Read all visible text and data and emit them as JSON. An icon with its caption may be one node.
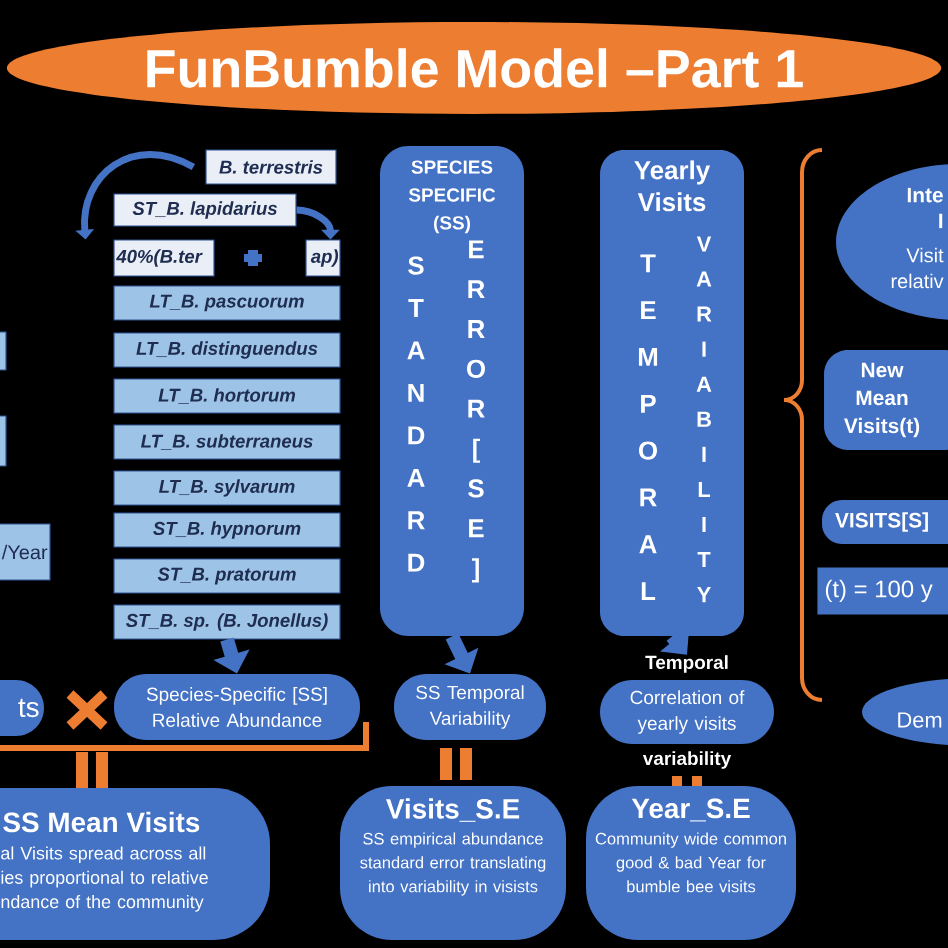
{
  "diagram": {
    "title": "FunBumble Model –Part 1",
    "nodes": [
      {
        "text": [
          "B. terrestris"
        ]
      },
      {
        "text": [
          "ST_B. lapidarius"
        ]
      },
      {
        "text": [
          "40%(B.ter",
          "ap)"
        ]
      },
      {
        "text": [
          "LT_B. pascuorum"
        ]
      },
      {
        "text": [
          "LT_B. distinguendus"
        ]
      },
      {
        "text": [
          "LT_B. hortorum"
        ]
      },
      {
        "text": [
          "LT_B. subterraneus"
        ]
      },
      {
        "text": [
          "LT_B. sylvarum"
        ]
      },
      {
        "text": [
          "ST_B. hypnorum"
        ]
      },
      {
        "text": [
          "ST_B. pratorum"
        ]
      },
      {
        "text": [
          "ST_B. sp. (B. Jonellus)"
        ]
      },
      {
        "text": [
          "SPECIES SPECIFIC (SS)",
          "S T A N D A R D",
          "E R R O R [ S E ]"
        ]
      },
      {
        "text": [
          "Yearly Visits",
          "T E M P O R A L",
          "V A R I A B I L I T Y"
        ]
      },
      {
        "text": [],
        "shape": "box"
      },
      {
        "text": [],
        "shape": "box"
      },
      {
        "text": [
          "/Year"
        ]
      },
      {
        "text": [
          "ts"
        ]
      },
      {
        "text": [
          "Species-Specific [SS] Relative Abundance"
        ]
      },
      {
        "text": [
          "SS Temporal Variability"
        ]
      },
      {
        "text": [
          "Temporal",
          "Correlation of yearly visits",
          "variability"
        ]
      },
      {
        "text": [
          "Inte I",
          "Visit relativ"
        ]
      },
      {
        "text": [
          "New Mean Visits(t)"
        ]
      },
      {
        "text": [
          "VISITS[S]"
        ]
      },
      {
        "text": [
          "(t) = 100 y"
        ]
      },
      {
        "text": [
          "Dem"
        ]
      },
      {
        "text": [
          "SS Mean Visits",
          "al Visits spread across all ies proportional to relative ndance of the community"
        ]
      },
      {
        "text": [
          "Visits_S.E",
          "SS empirical abundance standard error translating into variability in visists"
        ]
      },
      {
        "text": [
          "Year_S.E",
          "Community wide common good & bad Year for bumble bee visits"
        ]
      }
    ],
    "edges": [
      {
        "from": 0,
        "to": 2,
        "arrow": "to"
      },
      {
        "from": 1,
        "to": 2,
        "arrow": "to"
      },
      {
        "from": 10,
        "to": 17,
        "arrow": "to"
      },
      {
        "from": 11,
        "to": 18,
        "arrow": "to"
      },
      {
        "from": 12,
        "to": 19,
        "arrow": "to"
      }
    ]
  }
}
